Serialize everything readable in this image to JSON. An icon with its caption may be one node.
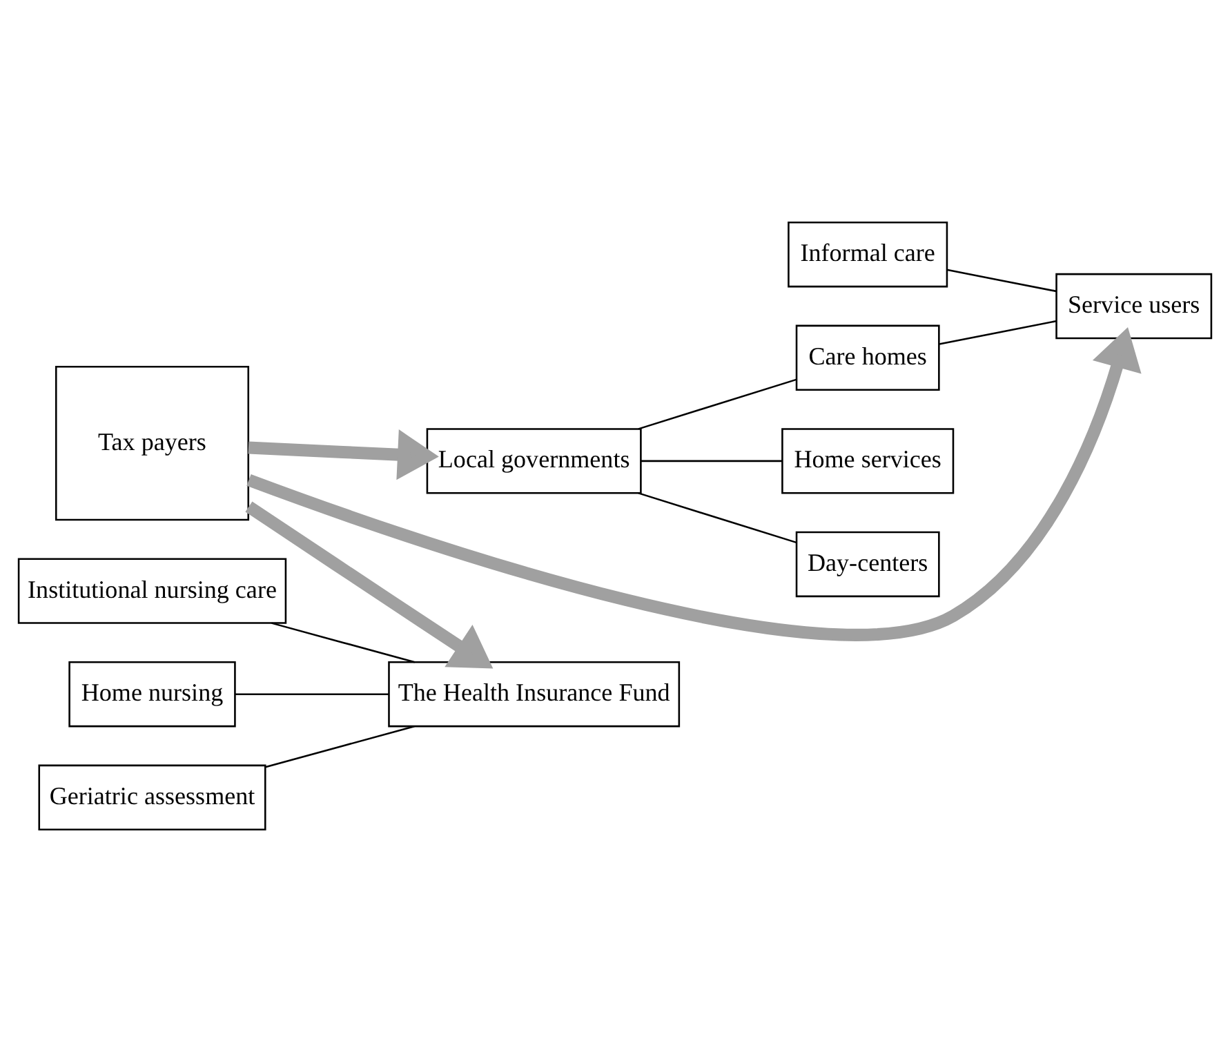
{
  "diagram": {
    "nodes": [
      {
        "text": [
          "Informal care"
        ]
      },
      {
        "text": [
          "Care homes"
        ]
      },
      {
        "text": [
          "Local governments"
        ]
      },
      {
        "text": [
          "Home services"
        ]
      },
      {
        "text": [
          "Day-centers"
        ]
      },
      {
        "text": [
          "Service users"
        ]
      },
      {
        "text": [
          "Institutional nursing care"
        ]
      },
      {
        "text": [
          "Home nursing"
        ]
      },
      {
        "text": [
          "The Health Insurance Fund"
        ]
      },
      {
        "text": [
          "Geriatric assessment"
        ]
      },
      {
        "text": [
          "Tax payers"
        ]
      }
    ],
    "edges": [
      {
        "from": 2,
        "to": 1,
        "arrow": "none"
      },
      {
        "from": 2,
        "to": 3,
        "arrow": "none"
      },
      {
        "from": 2,
        "to": 4,
        "arrow": "none"
      },
      {
        "from": 0,
        "to": 5,
        "arrow": "none"
      },
      {
        "from": 1,
        "to": 5,
        "arrow": "none"
      },
      {
        "from": 6,
        "to": 8,
        "arrow": "none"
      },
      {
        "from": 7,
        "to": 8,
        "arrow": "none"
      },
      {
        "from": 9,
        "to": 8,
        "arrow": "none"
      },
      {
        "from": 10,
        "to": 2,
        "arrow": "to",
        "style": "thick",
        "color": "#a0a0a0"
      },
      {
        "from": 10,
        "to": 8,
        "arrow": "to",
        "style": "thick",
        "color": "#a0a0a0"
      },
      {
        "from": 10,
        "to": 5,
        "arrow": "to",
        "style": "thick",
        "color": "#a0a0a0"
      }
    ]
  }
}
